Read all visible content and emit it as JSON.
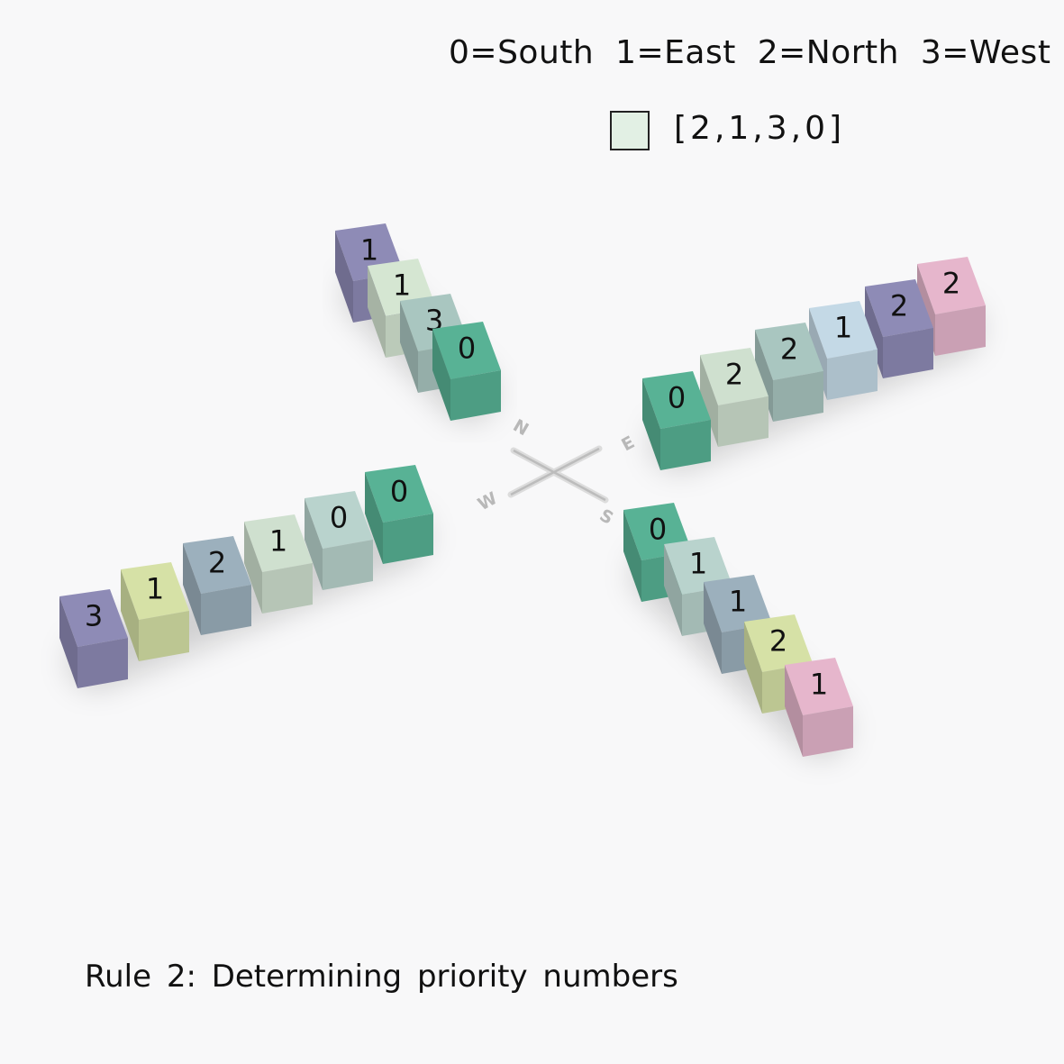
{
  "legend": {
    "directions": "0=South  1=East  2=North  3=West",
    "sequence": "[2,1,3,0]",
    "swatch_color": "#e2f0e4"
  },
  "caption": "Rule 2: Determining priority numbers",
  "compass": {
    "north": "N",
    "east": "E",
    "south": "S",
    "west": "W"
  },
  "arms": {
    "north": [
      {
        "value": "1",
        "color": "#8e8bb6"
      },
      {
        "value": "1",
        "color": "#d5e6d2"
      },
      {
        "value": "3",
        "color": "#a9c6c0"
      },
      {
        "value": "0",
        "color": "#58b295"
      }
    ],
    "east": [
      {
        "value": "0",
        "color": "#58b295"
      },
      {
        "value": "2",
        "color": "#cfe0cf"
      },
      {
        "value": "2",
        "color": "#a9c6c0"
      },
      {
        "value": "1",
        "color": "#c4d9e6"
      },
      {
        "value": "2",
        "color": "#8e8bb6"
      },
      {
        "value": "2",
        "color": "#e6b6cc"
      }
    ],
    "south": [
      {
        "value": "0",
        "color": "#58b295"
      },
      {
        "value": "1",
        "color": "#b9d3cd"
      },
      {
        "value": "1",
        "color": "#9cb0bd"
      },
      {
        "value": "2",
        "color": "#d6e1a6"
      },
      {
        "value": "1",
        "color": "#e6b6cc"
      }
    ],
    "west": [
      {
        "value": "3",
        "color": "#8e8bb6"
      },
      {
        "value": "1",
        "color": "#d6e1a6"
      },
      {
        "value": "2",
        "color": "#9cb0bd"
      },
      {
        "value": "1",
        "color": "#cfe0cf"
      },
      {
        "value": "0",
        "color": "#b9d3cd"
      },
      {
        "value": "0",
        "color": "#58b295"
      }
    ]
  }
}
